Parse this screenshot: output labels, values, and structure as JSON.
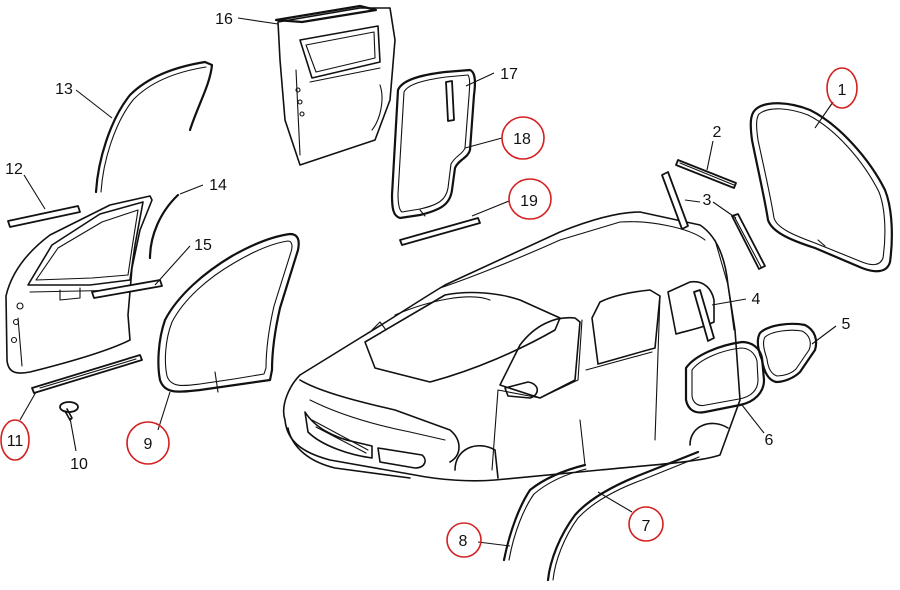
{
  "labels": [
    "1",
    "2",
    "3",
    "4",
    "5",
    "6",
    "7",
    "8",
    "9",
    "10",
    "11",
    "12",
    "13",
    "14",
    "15",
    "16",
    "17",
    "18",
    "19"
  ],
  "circled": [
    "1",
    "7",
    "8",
    "9",
    "11",
    "18",
    "19"
  ],
  "colors": {
    "ink": "#111111",
    "highlight_circle": "#d42020",
    "background": "#ffffff"
  }
}
